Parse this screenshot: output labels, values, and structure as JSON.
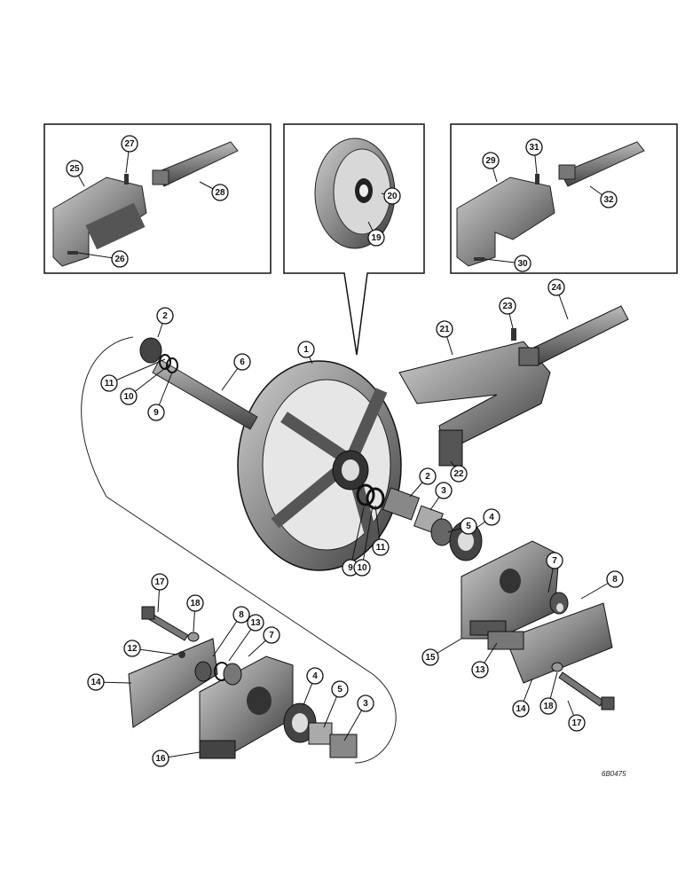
{
  "reference_code": "6B0475",
  "callouts": [
    {
      "label": "1"
    },
    {
      "label": "2"
    },
    {
      "label": "2"
    },
    {
      "label": "3"
    },
    {
      "label": "3"
    },
    {
      "label": "4"
    },
    {
      "label": "4"
    },
    {
      "label": "5"
    },
    {
      "label": "5"
    },
    {
      "label": "6"
    },
    {
      "label": "7"
    },
    {
      "label": "7"
    },
    {
      "label": "8"
    },
    {
      "label": "8"
    },
    {
      "label": "9"
    },
    {
      "label": "9"
    },
    {
      "label": "10"
    },
    {
      "label": "10"
    },
    {
      "label": "11"
    },
    {
      "label": "11"
    },
    {
      "label": "12"
    },
    {
      "label": "13"
    },
    {
      "label": "13"
    },
    {
      "label": "14"
    },
    {
      "label": "14"
    },
    {
      "label": "15"
    },
    {
      "label": "16"
    },
    {
      "label": "17"
    },
    {
      "label": "17"
    },
    {
      "label": "18"
    },
    {
      "label": "18"
    },
    {
      "label": "19"
    },
    {
      "label": "20"
    },
    {
      "label": "21"
    },
    {
      "label": "22"
    },
    {
      "label": "23"
    },
    {
      "label": "24"
    },
    {
      "label": "25"
    },
    {
      "label": "26"
    },
    {
      "label": "27"
    },
    {
      "label": "28"
    },
    {
      "label": "29"
    },
    {
      "label": "30"
    },
    {
      "label": "31"
    },
    {
      "label": "32"
    }
  ]
}
